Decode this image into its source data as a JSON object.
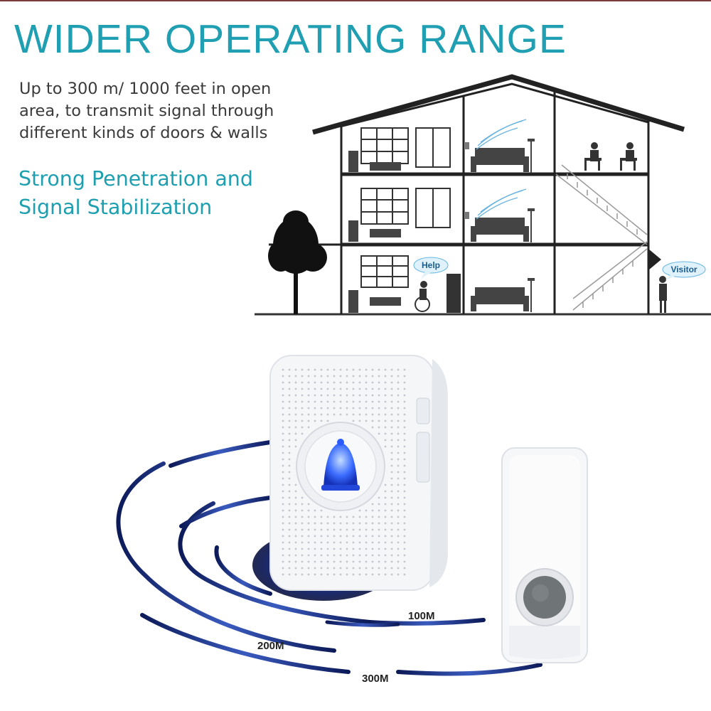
{
  "title": "WIDER OPERATING RANGE",
  "description": [
    "Up to 300 m/ 1000 feet in open",
    "area, to transmit signal through",
    "different kinds of doors & walls"
  ],
  "subtitle": [
    "Strong Penetration and",
    "Signal Stabilization"
  ],
  "house": {
    "help_label": "Help",
    "visitor_label": "Visitor"
  },
  "ranges": {
    "r100": "100M",
    "r200": "200M",
    "r300": "300M"
  },
  "colors": {
    "title": "#1f9fb1",
    "subtitle": "#1e9fb0",
    "text": "#3a3a3a",
    "bell_blue": "#2a5bff",
    "ring_dark": "#1a2a6a"
  }
}
